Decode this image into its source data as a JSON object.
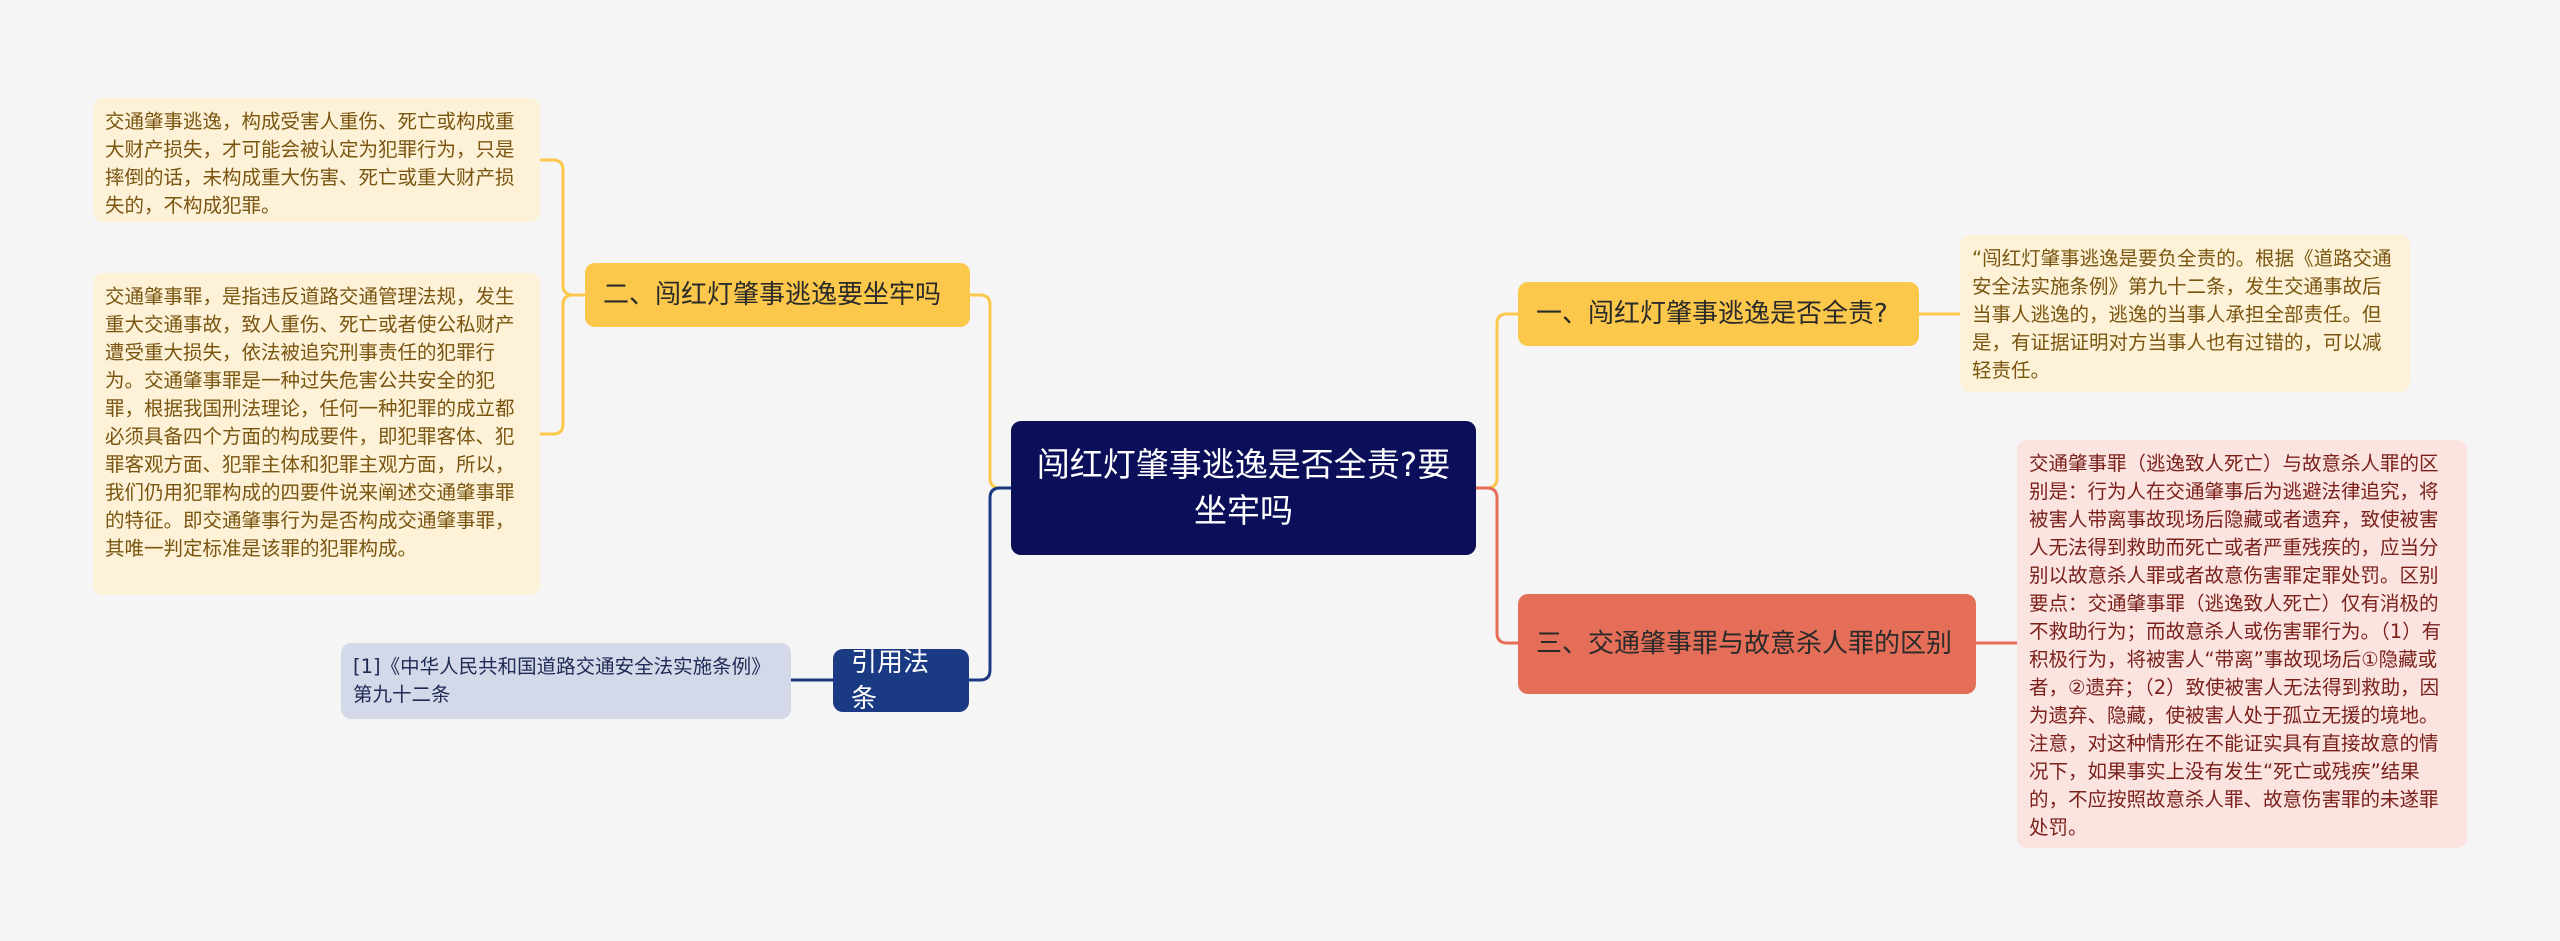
{
  "center": {
    "title": "闯红灯肇事逃逸是否全责?要坐牢吗"
  },
  "branches": [
    {
      "label": "一、闯红灯肇事逃逸是否全责?",
      "leaves": [
        "“闯红灯肇事逃逸是要负全责的。根据《道路交通安全法实施条例》第九十二条，发生交通事故后当事人逃逸的，逃逸的当事人承担全部责任。但是，有证据证明对方当事人也有过错的，可以减轻责任。"
      ]
    },
    {
      "label": "二、闯红灯肇事逃逸要坐牢吗",
      "leaves": [
        "交通肇事逃逸，构成受害人重伤、死亡或构成重大财产损失，才可能会被认定为犯罪行为，只是摔倒的话，未构成重大伤害、死亡或重大财产损失的，不构成犯罪。",
        "交通肇事罪，是指违反道路交通管理法规，发生重大交通事故，致人重伤、死亡或者使公私财产遭受重大损失，依法被追究刑事责任的犯罪行为。交通肇事罪是一种过失危害公共安全的犯罪，根据我国刑法理论，任何一种犯罪的成立都必须具备四个方面的构成要件，即犯罪客体、犯罪客观方面、犯罪主体和犯罪主观方面，所以，我们仍用犯罪构成的四要件说来阐述交通肇事罪的特征。即交通肇事行为是否构成交通肇事罪，其唯一判定标准是该罪的犯罪构成。"
      ]
    },
    {
      "label": "三、交通肇事罪与故意杀人罪的区别",
      "leaves": [
        "交通肇事罪（逃逸致人死亡）与故意杀人罪的区别是：行为人在交通肇事后为逃避法律追究，将被害人带离事故现场后隐藏或者遗弃，致使被害人无法得到救助而死亡或者严重残疾的，应当分别以故意杀人罪或者故意伤害罪定罪处罚。区别要点：交通肇事罪（逃逸致人死亡）仅有消极的不救助行为；而故意杀人或伤害罪行为。（1）有积极行为，将被害人“带离”事故现场后①隐藏或者，②遗弃；（2）致使被害人无法得到救助，因为遗弃、隐藏，使被害人处于孤立无援的境地。注意，对这种情形在不能证实具有直接故意的情况下，如果事实上没有发生“死亡或残疾”结果的，不应按照故意杀人罪、故意伤害罪的未遂罪处罚。"
      ]
    },
    {
      "label": "引用法条",
      "leaves": [
        "[1]《中华人民共和国道路交通安全法实施条例》 第九十二条"
      ]
    }
  ],
  "colors": {
    "yellow": "#fbc84b",
    "red": "#e46e57",
    "navy": "#1b3a84",
    "center": "#0b0f5a"
  }
}
